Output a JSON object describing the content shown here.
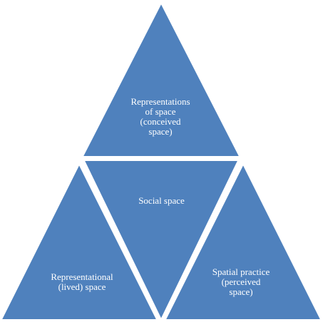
{
  "colors": {
    "triangle_fill": "#4F81BD",
    "gap": "#FFFFFF",
    "text": "#FFFFFF"
  },
  "triangles": {
    "top": {
      "label": "Representations\nof space\n(conceived\nspace)"
    },
    "center": {
      "label": "Social space"
    },
    "left": {
      "label": "Representational\n(lived) space"
    },
    "right": {
      "label": "Spatial practice\n(perceived\nspace)"
    }
  }
}
